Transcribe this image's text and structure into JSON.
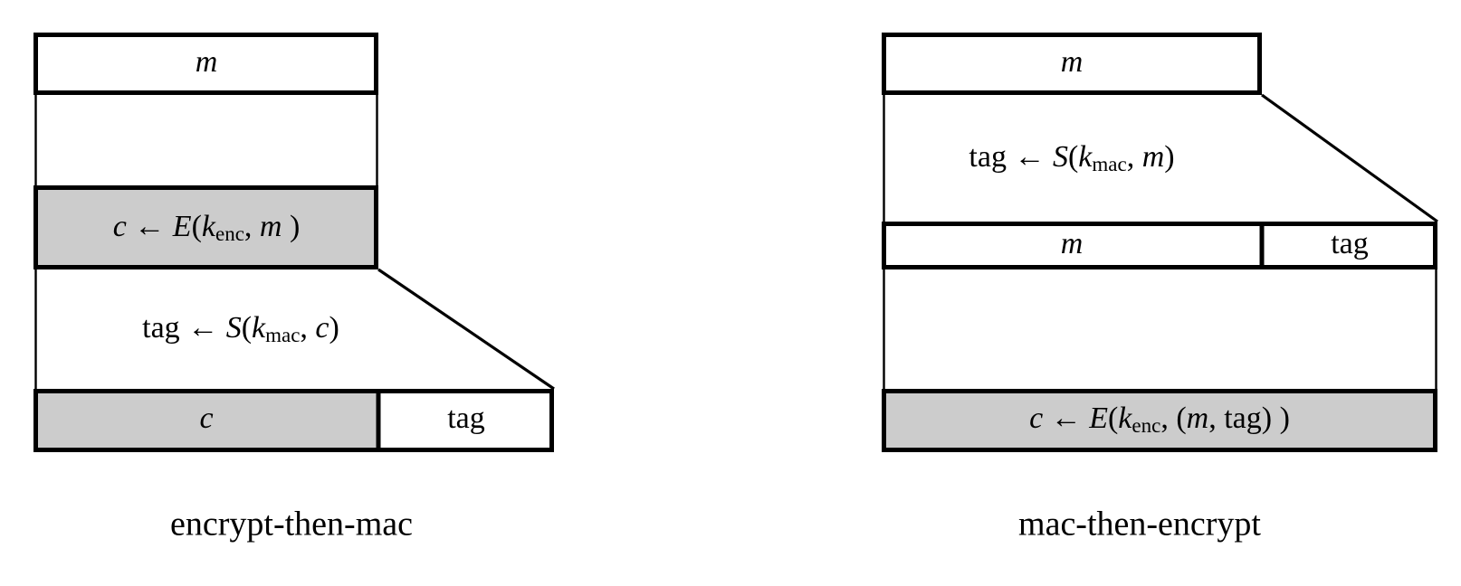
{
  "figure": {
    "title": "",
    "background_color": "#ffffff",
    "stroke_color": "#000000",
    "highlight_fill": "#cccccc",
    "plain_fill": "#ffffff"
  },
  "panels": [
    {
      "id": "encrypt-then-mac",
      "caption": "encrypt-then-mac",
      "blocks": [
        {
          "id": "left-input-m",
          "label": "m",
          "style": "italic",
          "fill": "#ffffff"
        },
        {
          "id": "left-step-encrypt",
          "fill": "#cccccc",
          "parts": [
            {
              "t": "c",
              "style": "italic"
            },
            {
              "t": " ",
              "style": "space"
            },
            {
              "t": "←",
              "style": "arrow"
            },
            {
              "t": " ",
              "style": "space"
            },
            {
              "t": "E",
              "style": "italic"
            },
            {
              "t": "(",
              "style": "upright"
            },
            {
              "t": "k",
              "style": "italic"
            },
            {
              "t": "enc",
              "style": "subscript"
            },
            {
              "t": ", ",
              "style": "upright"
            },
            {
              "t": "m",
              "style": "italic"
            },
            {
              "t": " )",
              "style": "upright"
            }
          ],
          "plain": "c ← E(k_enc, m )"
        },
        {
          "id": "left-step-mac",
          "fill": "none",
          "parts": [
            {
              "t": "tag",
              "style": "upright"
            },
            {
              "t": " ",
              "style": "space"
            },
            {
              "t": "←",
              "style": "arrow"
            },
            {
              "t": " ",
              "style": "space"
            },
            {
              "t": "S",
              "style": "italic"
            },
            {
              "t": "(",
              "style": "upright"
            },
            {
              "t": "k",
              "style": "italic"
            },
            {
              "t": "mac",
              "style": "subscript"
            },
            {
              "t": ", ",
              "style": "upright"
            },
            {
              "t": "c",
              "style": "italic"
            },
            {
              "t": ")",
              "style": "upright"
            }
          ],
          "plain": "tag ← S(k_mac, c)"
        }
      ],
      "output_row": [
        {
          "id": "left-output-c",
          "label": "c",
          "style": "italic",
          "fill": "#cccccc"
        },
        {
          "id": "left-output-tag",
          "label": "tag",
          "style": "upright",
          "fill": "#ffffff"
        }
      ]
    },
    {
      "id": "mac-then-encrypt",
      "caption": "mac-then-encrypt",
      "blocks": [
        {
          "id": "right-input-m",
          "label": "m",
          "style": "italic",
          "fill": "#ffffff"
        },
        {
          "id": "right-step-mac",
          "fill": "none",
          "parts": [
            {
              "t": "tag",
              "style": "upright"
            },
            {
              "t": " ",
              "style": "space"
            },
            {
              "t": "←",
              "style": "arrow"
            },
            {
              "t": " ",
              "style": "space"
            },
            {
              "t": "S",
              "style": "italic"
            },
            {
              "t": "(",
              "style": "upright"
            },
            {
              "t": "k",
              "style": "italic"
            },
            {
              "t": "mac",
              "style": "subscript"
            },
            {
              "t": ", ",
              "style": "upright"
            },
            {
              "t": "m",
              "style": "italic"
            },
            {
              "t": ")",
              "style": "upright"
            }
          ],
          "plain": "tag ← S(k_mac, m)"
        },
        {
          "id": "right-step-encrypt",
          "fill": "#cccccc",
          "parts": [
            {
              "t": "c",
              "style": "italic"
            },
            {
              "t": " ",
              "style": "space"
            },
            {
              "t": "←",
              "style": "arrow"
            },
            {
              "t": " ",
              "style": "space"
            },
            {
              "t": "E",
              "style": "italic"
            },
            {
              "t": "(",
              "style": "upright"
            },
            {
              "t": "k",
              "style": "italic"
            },
            {
              "t": "enc",
              "style": "subscript"
            },
            {
              "t": ",  (",
              "style": "upright"
            },
            {
              "t": "m",
              "style": "italic"
            },
            {
              "t": ", ",
              "style": "upright"
            },
            {
              "t": "tag",
              "style": "upright"
            },
            {
              "t": ") )",
              "style": "upright"
            }
          ],
          "plain": "c ← E(k_enc,  (m, tag) )"
        }
      ],
      "middle_row": [
        {
          "id": "right-middle-m",
          "label": "m",
          "style": "italic",
          "fill": "#ffffff"
        },
        {
          "id": "right-middle-tag",
          "label": "tag",
          "style": "upright",
          "fill": "#ffffff"
        }
      ]
    }
  ]
}
